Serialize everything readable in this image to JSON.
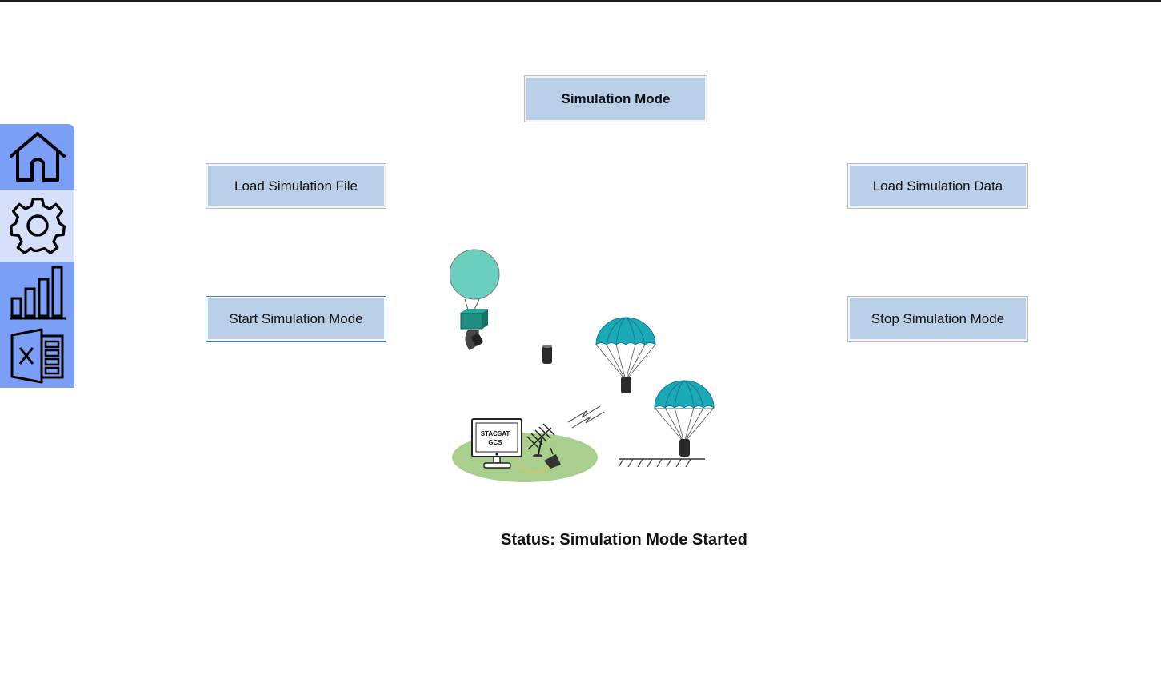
{
  "sidebar": {
    "items": [
      {
        "icon": "home-icon"
      },
      {
        "icon": "gear-icon"
      },
      {
        "icon": "bar-chart-icon"
      },
      {
        "icon": "excel-icon"
      }
    ],
    "accent": "#7b9ff7",
    "selected_bg": "#d7e0fb"
  },
  "main": {
    "title_label": "Simulation Mode",
    "buttons": {
      "load_file": "Load Simulation File",
      "load_data": "Load Simulation Data",
      "start": "Start Simulation Mode",
      "stop": "Stop Simulation Mode"
    },
    "illustration": {
      "monitor_line1": "STACSAT",
      "monitor_line2": "GCS"
    },
    "status": "Status: Simulation Mode Started"
  },
  "colors": {
    "button_bg": "#b9cfe8",
    "active_border": "#2f7fd6",
    "balloon": "#6bcfc0",
    "parachute": "#1ba9b8",
    "ground": "#a9cf8e"
  }
}
